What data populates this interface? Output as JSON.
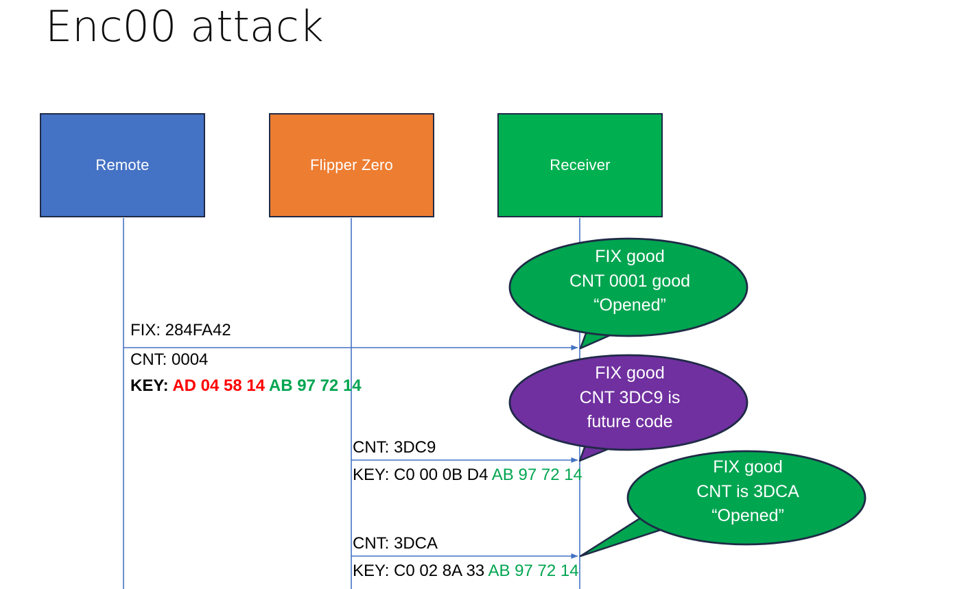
{
  "slide": {
    "title": "Enc00 attack",
    "background": "#ffffff"
  },
  "colors": {
    "remote_fill": "#4472C4",
    "flipper_fill": "#ED7D31",
    "receiver_fill": "#00B050",
    "bubble_green": "#00A550",
    "bubble_purple": "#7030A0",
    "outline": "#1F2A46",
    "lifeline": "#4472C4",
    "arrow": "#4472C4",
    "text_red": "#FF0000",
    "text_green": "#00A550",
    "text_black": "#000000"
  },
  "actors": [
    {
      "id": "remote",
      "label": "Remote"
    },
    {
      "id": "flipper",
      "label": "Flipper Zero"
    },
    {
      "id": "receiver",
      "label": "Receiver"
    }
  ],
  "messages": [
    {
      "id": "fix",
      "text": "FIX: 284FA42"
    },
    {
      "id": "cnt1",
      "text": "CNT: 0004"
    },
    {
      "id": "key1",
      "prefix": "KEY: ",
      "red": "AD 04 58 14",
      "green": " AB 97 72 14"
    },
    {
      "id": "cnt2",
      "text": "CNT: 3DC9"
    },
    {
      "id": "key2",
      "prefix": "KEY: C0 00 0B D4",
      "green": " AB 97 72 14"
    },
    {
      "id": "cnt3",
      "text": "CNT: 3DCA"
    },
    {
      "id": "key3",
      "prefix": "KEY: C0 02 8A 33",
      "green": " AB 97 72 14"
    }
  ],
  "bubbles": [
    {
      "id": "bubble-1",
      "color": "#00A550",
      "line1": "FIX good",
      "line2": "CNT 0001 good",
      "line3": "“Opened”"
    },
    {
      "id": "bubble-2",
      "color": "#7030A0",
      "line1": "FIX good",
      "line2": "CNT 3DC9 is",
      "line3": "future code"
    },
    {
      "id": "bubble-3",
      "color": "#00A550",
      "line1": "FIX good",
      "line2": "CNT is 3DCA",
      "line3": "“Opened”"
    }
  ]
}
